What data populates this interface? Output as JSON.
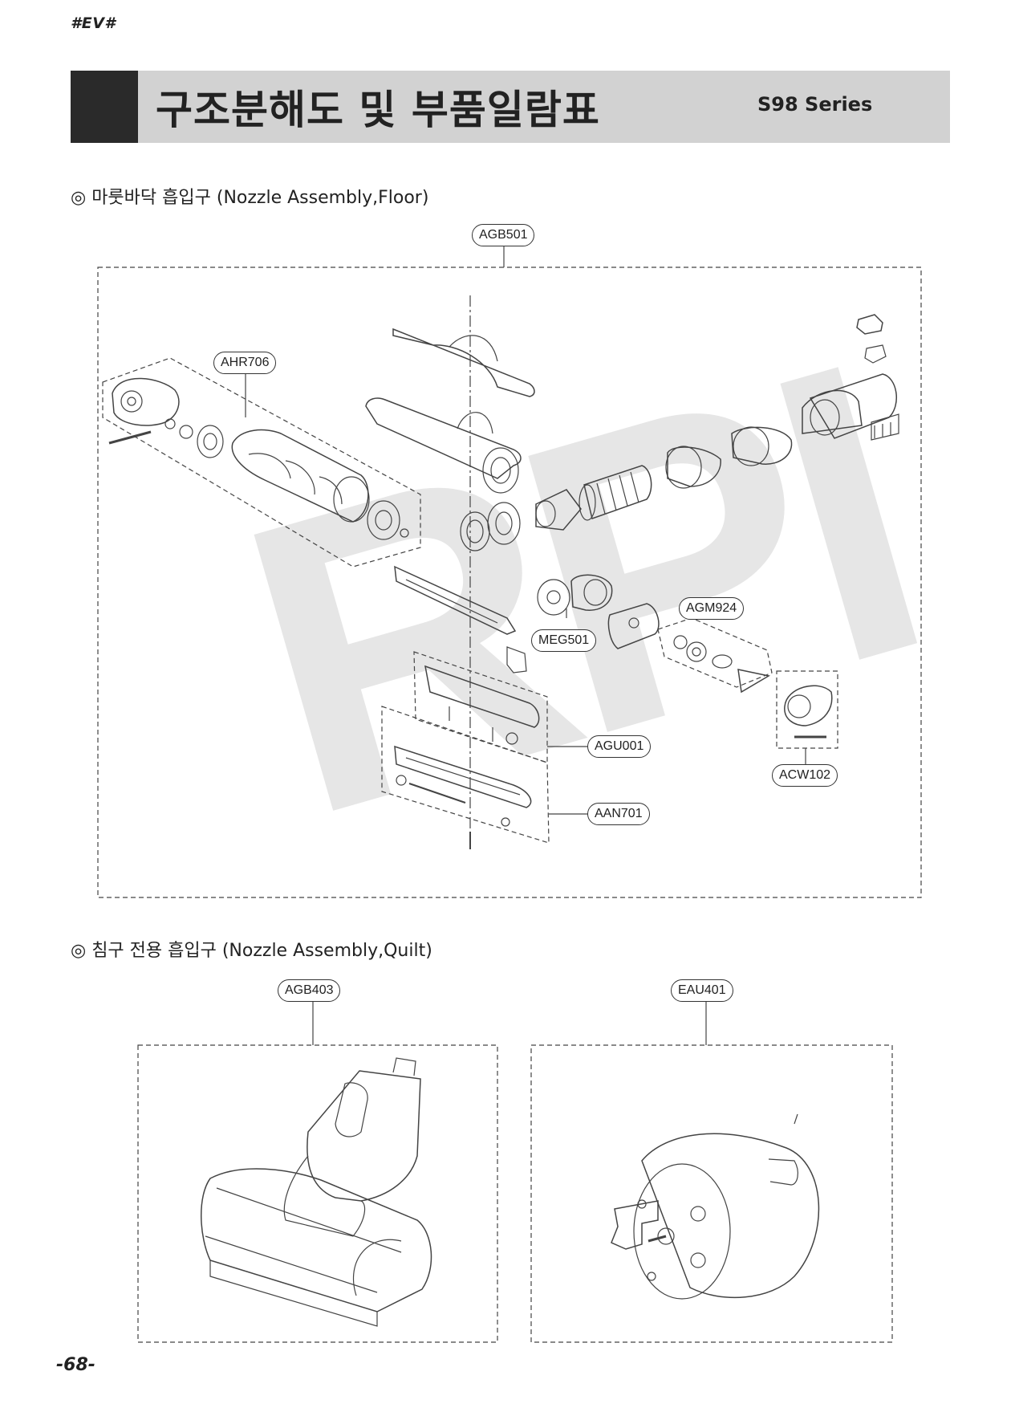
{
  "header": {
    "tag": "#EV#",
    "title": "구조분해도 및 부품일람표",
    "series": "S98 Series"
  },
  "watermark": "RPI",
  "sections": [
    {
      "title": "◎ 마룻바닥 흡입구 (Nozzle Assembly,Floor)",
      "parts": [
        "AGB501",
        "AHR706",
        "MEG501",
        "AGM924",
        "AGU001",
        "AAN701",
        "ACW102"
      ]
    },
    {
      "title": "◎ 침구 전용 흡입구 (Nozzle Assembly,Quilt)",
      "parts": [
        "AGB403",
        "EAU401"
      ]
    }
  ],
  "footer": {
    "page_number": "-68-"
  }
}
